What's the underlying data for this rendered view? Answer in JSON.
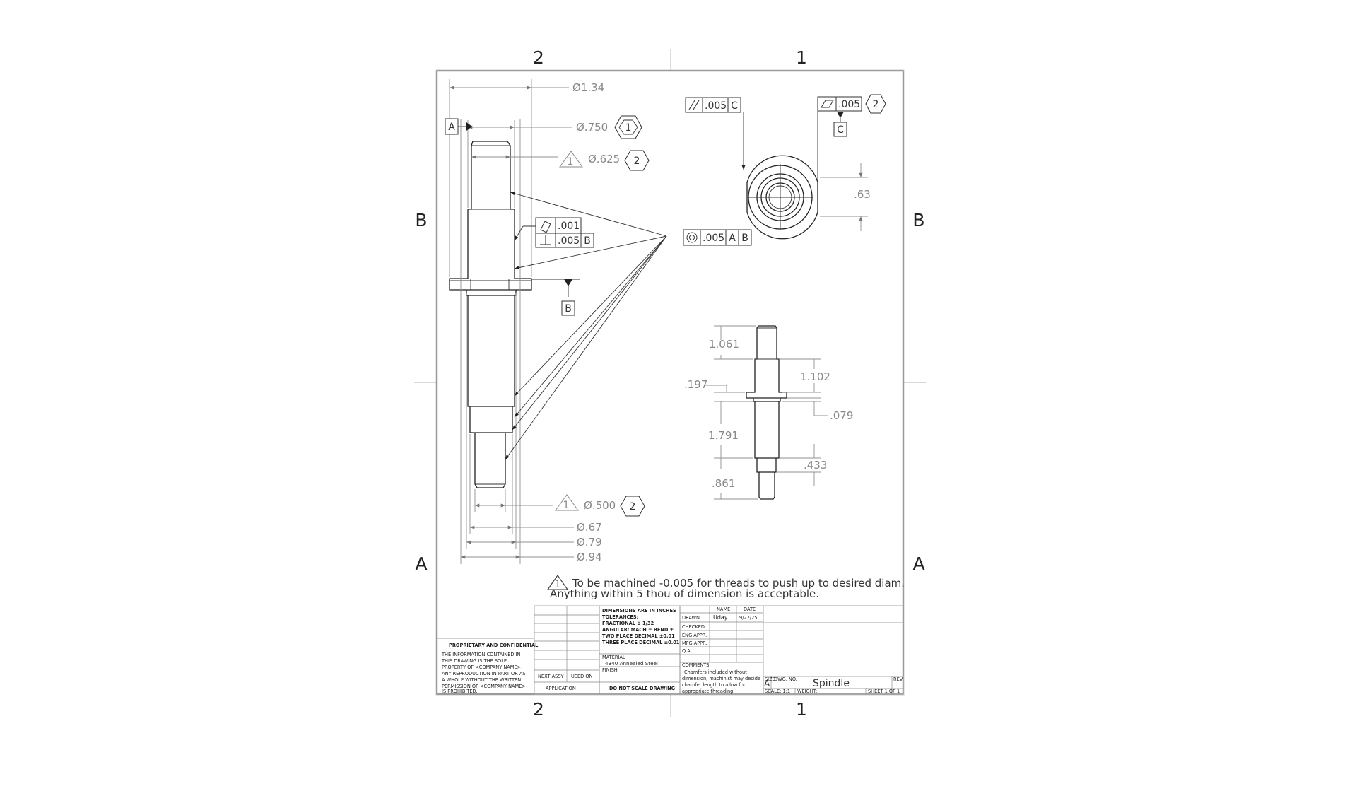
{
  "zones": {
    "left_col": "2",
    "right_col": "1",
    "upper_row": "B",
    "lower_row": "A"
  },
  "dims": {
    "overall_dia": "Ø1.34",
    "dia_750": "Ø.750",
    "dia_625": "Ø.625",
    "dia_500": "Ø.500",
    "dia_67": "Ø.67",
    "dia_79": "Ø.79",
    "dia_94": "Ø.94",
    "len_1061": "1.061",
    "len_1102": "1.102",
    "len_197": ".197",
    "len_079": ".079",
    "len_1791": "1.791",
    "len_433": ".433",
    "len_861": ".861",
    "radial_63": ".63"
  },
  "tags": {
    "hex_1": "1",
    "hex_2": "2",
    "tri_1": "1"
  },
  "datums": {
    "a": "A",
    "b": "B",
    "c": "C"
  },
  "gdt": {
    "parallel_tol": ".005",
    "parallel_ref": "C",
    "flat_tol": ".005",
    "circ_tol": ".001",
    "perp_tol": ".005",
    "perp_ref": "B",
    "conc_tol": ".005",
    "conc_ref_a": "A",
    "conc_ref_b": "B"
  },
  "notes": {
    "line1": "To be machined -0.005 for threads to push up to desired diam.",
    "line2": "Anything within 5 thou of dimension is acceptable."
  },
  "title_block": {
    "proprietary_title": "PROPRIETARY AND CONFIDENTIAL",
    "proprietary_lines": [
      "THE INFORMATION CONTAINED IN",
      "THIS DRAWING IS THE SOLE",
      "PROPERTY OF <COMPANY NAME>.",
      "ANY REPRODUCTION IN PART OR AS",
      "A WHOLE WITHOUT THE WRITTEN",
      "PERMISSION OF <COMPANY NAME>",
      "IS PROHIBITED."
    ],
    "next_assy": "NEXT ASSY",
    "used_on": "USED ON",
    "application": "APPLICATION",
    "tolerance_lines": [
      "DIMENSIONS ARE IN INCHES",
      "TOLERANCES:",
      "FRACTIONAL ± 1/32",
      "ANGULAR: MACH ±   BEND ±",
      "TWO PLACE DECIMAL   ±0.01",
      "THREE PLACE DECIMAL  ±0.01"
    ],
    "material_label": "MATERIAL",
    "material": "4340 Annealed Steel",
    "finish_label": "FINISH",
    "no_scale": "DO NOT SCALE DRAWING",
    "col_name": "NAME",
    "col_date": "DATE",
    "drawn_label": "DRAWN",
    "drawn_name": "Uday",
    "drawn_date": "9/22/25",
    "checked_label": "CHECKED",
    "eng_label": "ENG APPR.",
    "mfg_label": "MFG APPR.",
    "qa_label": "Q.A.",
    "comments_label": "COMMENTS:",
    "comments_lines": [
      "Chamfers included without",
      "dimension, machinist may decide",
      "chamfer length to allow for",
      "appropriate threading"
    ],
    "size_label": "SIZE",
    "size": "A",
    "dwg_no_label": "DWG. NO.",
    "dwg_no": "Spindle",
    "rev_label": "REV",
    "scale": "SCALE: 1:1",
    "weight": "WEIGHT:",
    "sheet": "SHEET 1 OF 1"
  }
}
